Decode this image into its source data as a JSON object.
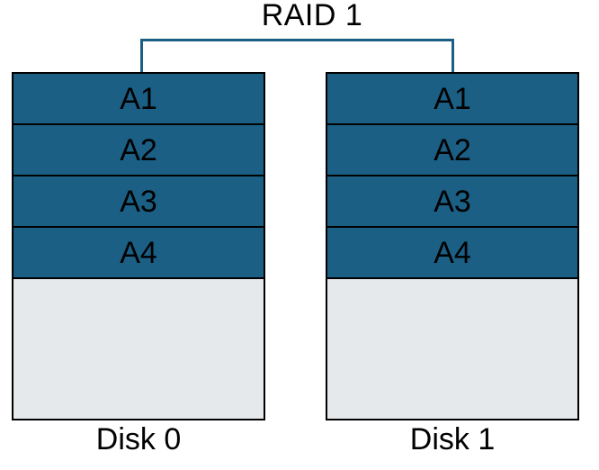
{
  "title": "RAID 1",
  "colors": {
    "background": "#ffffff",
    "block_fill": "#1b5f85",
    "empty_fill": "#e6e9eb",
    "connector": "#1b5f85",
    "border": "#000000",
    "text": "#000000"
  },
  "disks": [
    {
      "label": "Disk 0",
      "blocks": [
        "A1",
        "A2",
        "A3",
        "A4"
      ]
    },
    {
      "label": "Disk 1",
      "blocks": [
        "A1",
        "A2",
        "A3",
        "A4"
      ]
    }
  ]
}
